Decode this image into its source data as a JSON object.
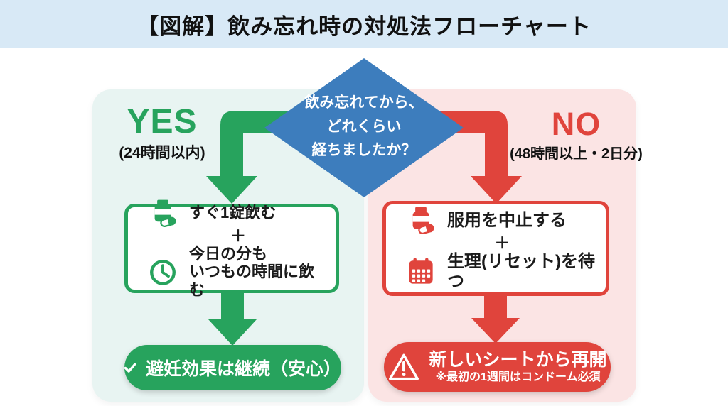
{
  "header": {
    "title": "【図解】飲み忘れ時の対処法フローチャート"
  },
  "decision": {
    "line1": "飲み忘れてから、",
    "line2": "どれくらい",
    "line3": "経ちましたか？"
  },
  "yes": {
    "label": "YES",
    "condition": "(24時間以内)",
    "steps": {
      "step1": "すぐ1錠飲む",
      "plus": "＋",
      "step2_line1": "今日の分も",
      "step2_line2": "いつもの時間に飲む"
    },
    "result": "避妊効果は継続（安心）"
  },
  "no": {
    "label": "NO",
    "condition": "(48時間以上・2日分)",
    "steps": {
      "step1": "服用を中止する",
      "plus": "＋",
      "step2": "生理(リセット)を待つ"
    },
    "result": "新しいシートから再開",
    "result_note": "※最初の1週間はコンドーム必須"
  },
  "colors": {
    "green": "#27a35d",
    "red": "#e0443c",
    "blue": "#3d7dbd",
    "header_bg": "#d8e9f6",
    "panel_left": "#e8f4f2",
    "panel_right": "#fbe4e4"
  }
}
